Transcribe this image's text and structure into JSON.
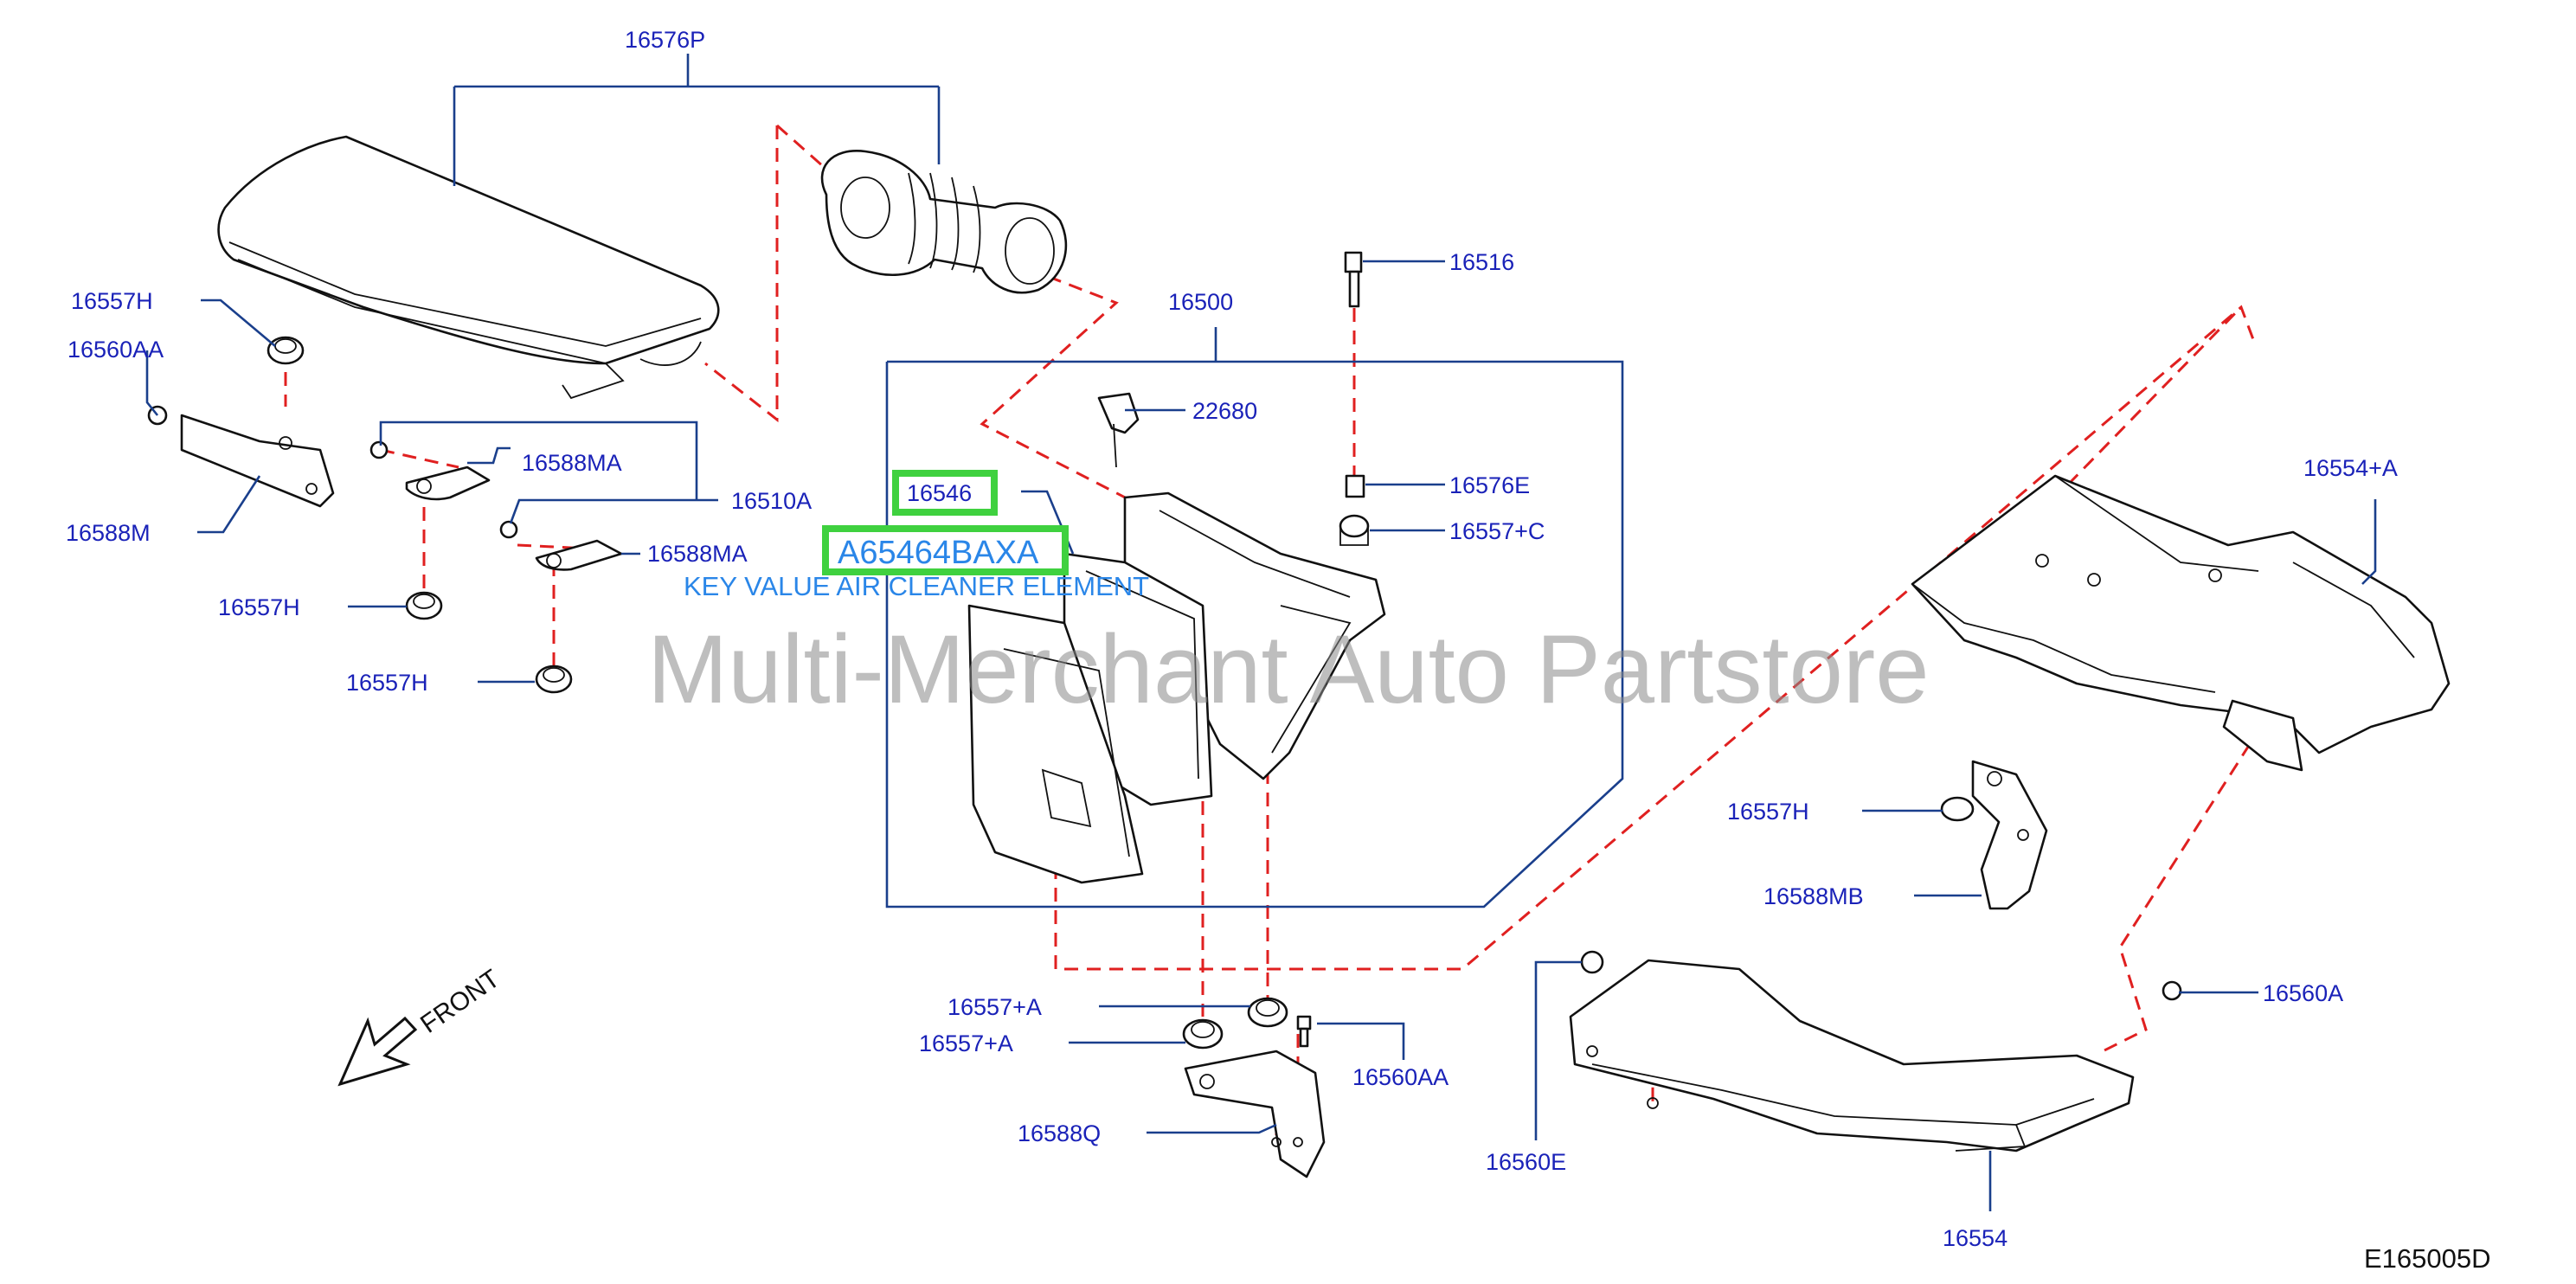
{
  "callouts": {
    "c16576P": "16576P",
    "c16557H_a": "16557H",
    "c16560AA_a": "16560AA",
    "c16588M": "16588M",
    "c16588MA_a": "16588MA",
    "c16510A": "16510A",
    "c16588MA_b": "16588MA",
    "c16557H_b": "16557H",
    "c16557H_c": "16557H",
    "c16500": "16500",
    "c16516": "16516",
    "c22680": "22680",
    "c16576E": "16576E",
    "c16557C": "16557+C",
    "c16546": "16546",
    "c16554A": "16554+A",
    "c16557H_d": "16557H",
    "c16588MB": "16588MB",
    "c16557A_a": "16557+A",
    "c16557A_b": "16557+A",
    "c16560AA_b": "16560AA",
    "c16588Q": "16588Q",
    "c16560E": "16560E",
    "c16554": "16554",
    "c16560A": "16560A"
  },
  "highlight": {
    "part_number": "A65464BAXA",
    "description": "KEY VALUE AIR CLEANER ELEMENT"
  },
  "watermark": "Multi-Merchant Auto Partstore",
  "front_label": "FRONT",
  "diagram_code": "E165005D",
  "colors": {
    "callout_text": "#1a22b8",
    "leader_line": "#1a3f8c",
    "dashed_guide": "#e02020",
    "highlight_box": "#3fd13f",
    "highlight_text": "#2a86e8"
  }
}
